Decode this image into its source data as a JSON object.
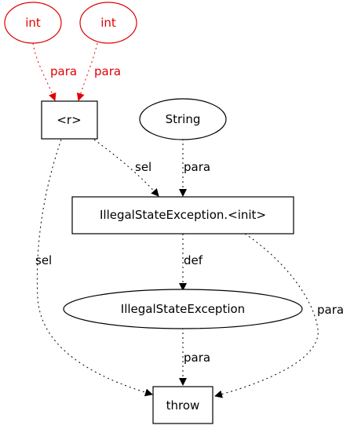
{
  "colors": {
    "default": "#000000",
    "highlight": "#e00000",
    "background": "#ffffff"
  },
  "nodes": {
    "int_left": {
      "label": "int",
      "shape": "ellipse",
      "color": "#e00000"
    },
    "int_right": {
      "label": "int",
      "shape": "ellipse",
      "color": "#e00000"
    },
    "r": {
      "label": "<r>",
      "shape": "box",
      "color": "#000000"
    },
    "string": {
      "label": "String",
      "shape": "ellipse",
      "color": "#000000"
    },
    "init": {
      "label": "IllegalStateException.<init>",
      "shape": "box",
      "color": "#000000"
    },
    "exception": {
      "label": "IllegalStateException",
      "shape": "ellipse",
      "color": "#000000"
    },
    "throw": {
      "label": "throw",
      "shape": "box",
      "color": "#000000"
    }
  },
  "edges": [
    {
      "from": "int_left",
      "to": "r",
      "label": "para",
      "style": "dotted",
      "color": "#e00000"
    },
    {
      "from": "int_right",
      "to": "r",
      "label": "para",
      "style": "dotted",
      "color": "#e00000"
    },
    {
      "from": "r",
      "to": "init",
      "label": "sel",
      "style": "dotted",
      "color": "#000000"
    },
    {
      "from": "string",
      "to": "init",
      "label": "para",
      "style": "dotted",
      "color": "#000000"
    },
    {
      "from": "r",
      "to": "throw",
      "label": "sel",
      "style": "dotted",
      "color": "#000000"
    },
    {
      "from": "init",
      "to": "exception",
      "label": "def",
      "style": "dotted",
      "color": "#000000"
    },
    {
      "from": "init",
      "to": "throw",
      "label": "para",
      "style": "dotted",
      "color": "#000000"
    },
    {
      "from": "exception",
      "to": "throw",
      "label": "para",
      "style": "dotted",
      "color": "#000000"
    }
  ]
}
